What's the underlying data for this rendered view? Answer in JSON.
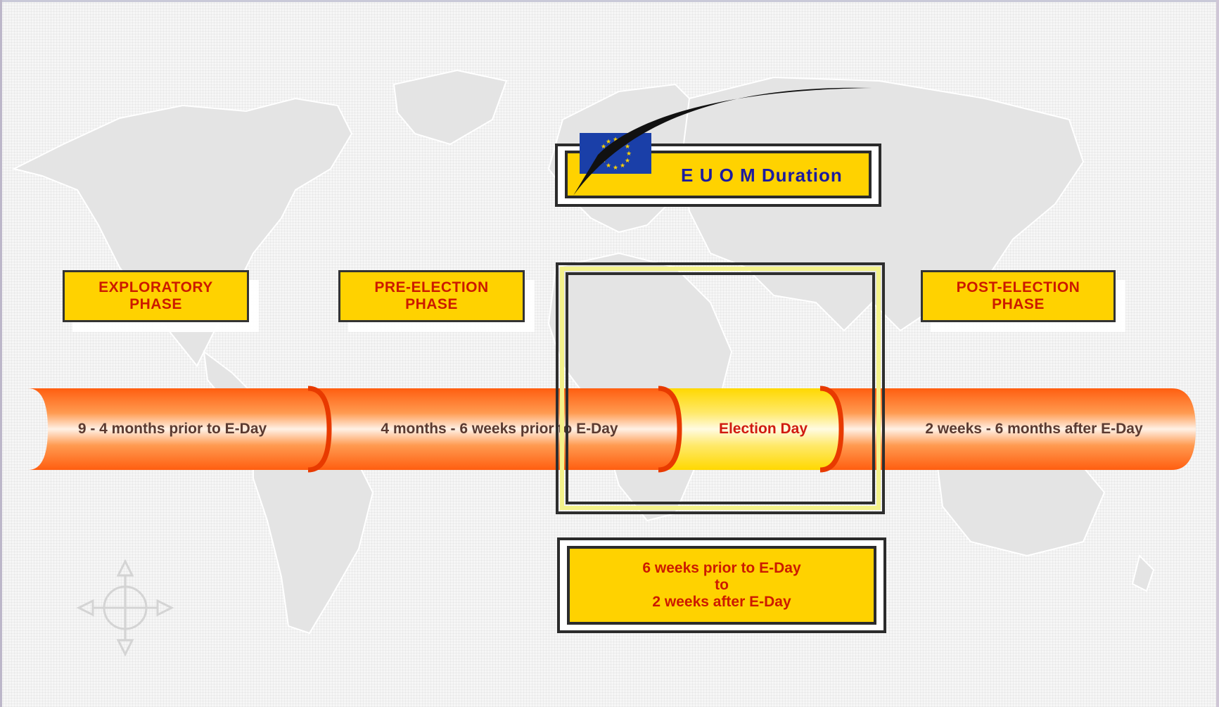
{
  "diagram": {
    "euom_title": "E U O M  Duration",
    "phases": [
      {
        "label": "EXPLORATORY\nPHASE"
      },
      {
        "label": "PRE-ELECTION\nPHASE"
      },
      {
        "label": "POST-ELECTION\nPHASE"
      }
    ],
    "timeline_segments": [
      {
        "label": "9 - 4 months prior to E-Day"
      },
      {
        "label": "4 months - 6 weeks prior to E-Day"
      },
      {
        "label": "Election Day"
      },
      {
        "label": "2 weeks - 6 months after E-Day"
      }
    ],
    "duration_box": "6 weeks prior to E-Day\nto\n2 weeks after E-Day"
  },
  "colors": {
    "phase_fill": "#ffd200",
    "phase_text": "#cc1a00",
    "title_text": "#1b1ba0",
    "tube_orange": "#ff6a1a",
    "tube_yellow": "#ffe14a",
    "eu_blue": "#1a3fa8",
    "eu_star": "#ffd200"
  },
  "icons": {
    "flag": "eu-flag-icon",
    "compass": "compass-rose-icon",
    "background": "world-map"
  }
}
